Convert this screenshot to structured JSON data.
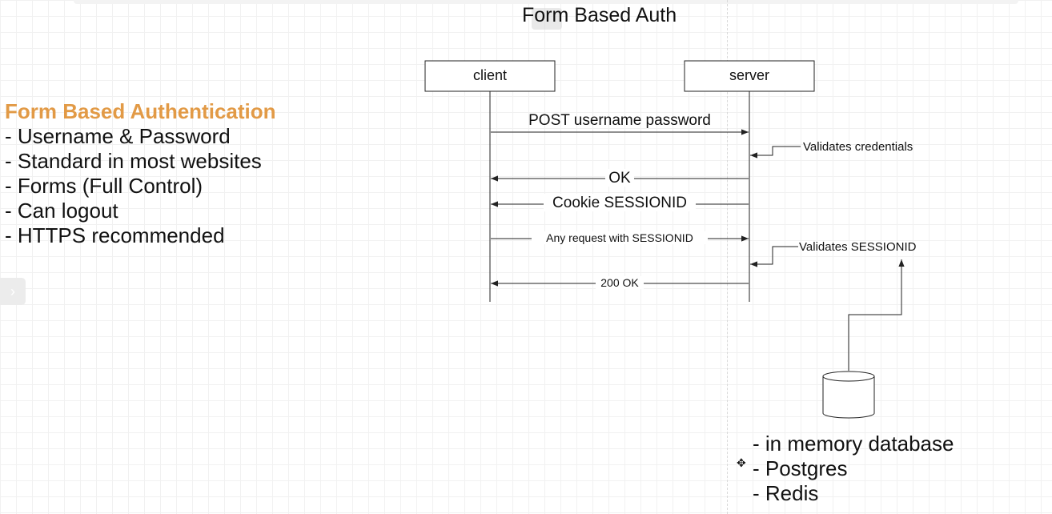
{
  "diagram": {
    "title": "Form Based Auth"
  },
  "left_panel": {
    "heading": "Form Based Authentication",
    "items": [
      "- Username & Password",
      "- Standard in most websites",
      "- Forms (Full Control)",
      "- Can logout",
      "- HTTPS recommended"
    ]
  },
  "actors": {
    "client": "client",
    "server": "server"
  },
  "messages": {
    "post": "POST username password",
    "ok": "OK",
    "cookie": "Cookie SESSIONID",
    "any_request": "Any request with SESSIONID",
    "ok_200": "200 OK"
  },
  "notes": {
    "validates_credentials": "Validates credentials",
    "validates_sessionid": "Validates SESSIONID"
  },
  "database_list": {
    "items": [
      "- in memory database",
      "- Postgres",
      "- Redis"
    ]
  },
  "sidebar_toggle": {
    "glyph": "›"
  },
  "icons": {
    "sidebar_toggle": "chevron-right-icon",
    "database": "database-cylinder-icon",
    "cursor": "move-cursor-icon"
  },
  "colors": {
    "heading_accent": "#e29a46",
    "line": "#222222"
  }
}
